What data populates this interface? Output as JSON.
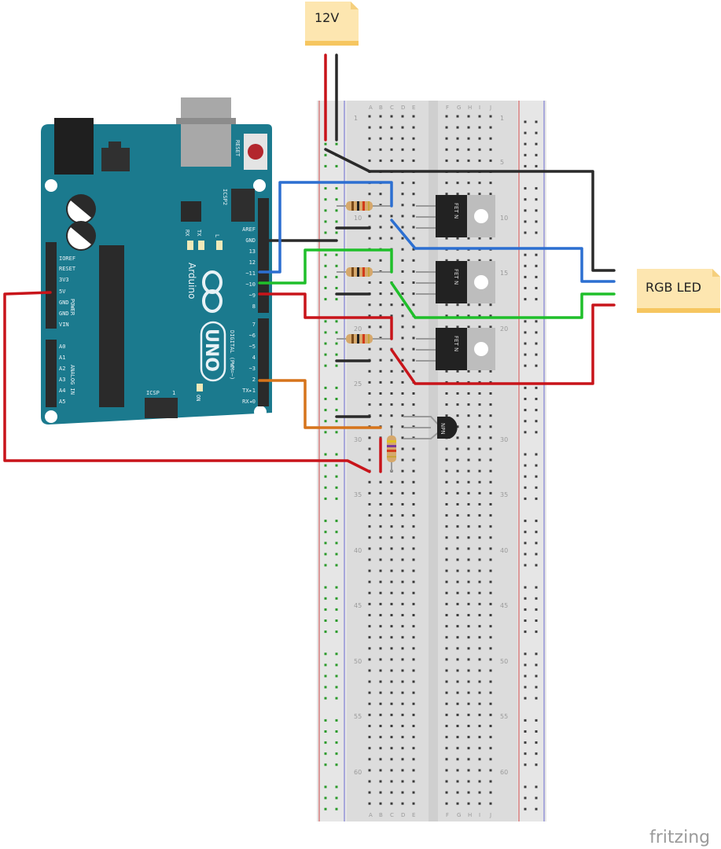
{
  "notes": {
    "power_label": "12V",
    "led_label": "RGB LED"
  },
  "breadboard": {
    "columns_left": [
      "A",
      "B",
      "C",
      "D",
      "E"
    ],
    "columns_right": [
      "F",
      "G",
      "H",
      "I",
      "J"
    ],
    "row_numbers": [
      "1",
      "5",
      "10",
      "15",
      "20",
      "25",
      "30",
      "35",
      "40",
      "45",
      "50",
      "55",
      "60"
    ]
  },
  "arduino": {
    "reset_label": "RESET",
    "icsp2_label": "ICSP2",
    "led_labels": [
      "RX",
      "TX",
      "L"
    ],
    "power_pins": [
      "IOREF",
      "RESET",
      "3V3",
      "5V",
      "GND",
      "GND",
      "VIN"
    ],
    "power_header": "POWER",
    "analog_pins": [
      "A0",
      "A1",
      "A2",
      "A3",
      "A4",
      "A5"
    ],
    "analog_header": "ANALOG IN",
    "digital_top_pins": [
      "AREF",
      "GND",
      "13",
      "12",
      "~11",
      "~10",
      "~9",
      "8"
    ],
    "digital_bottom_pins": [
      "7",
      "~6",
      "~5",
      "4",
      "~3",
      "2",
      "TX▸1",
      "RX◂0"
    ],
    "digital_header": "DIGITAL (PWM=~)",
    "brand": "Arduino",
    "model": "UNO",
    "icsp_label": "ICSP",
    "on_label": "ON",
    "icsp_pin1": "1"
  },
  "mosfet_label": "FET N",
  "sensor_label": "NPN",
  "watermark": "fritzing",
  "colors": {
    "wire_red": "#c8141a",
    "wire_black": "#2a2a2a",
    "wire_blue": "#2c6fd1",
    "wire_green": "#1fbf2a",
    "wire_orange": "#d6741b",
    "arduino_blue": "#1b7a8e",
    "note_fill": "#fde6b0"
  }
}
